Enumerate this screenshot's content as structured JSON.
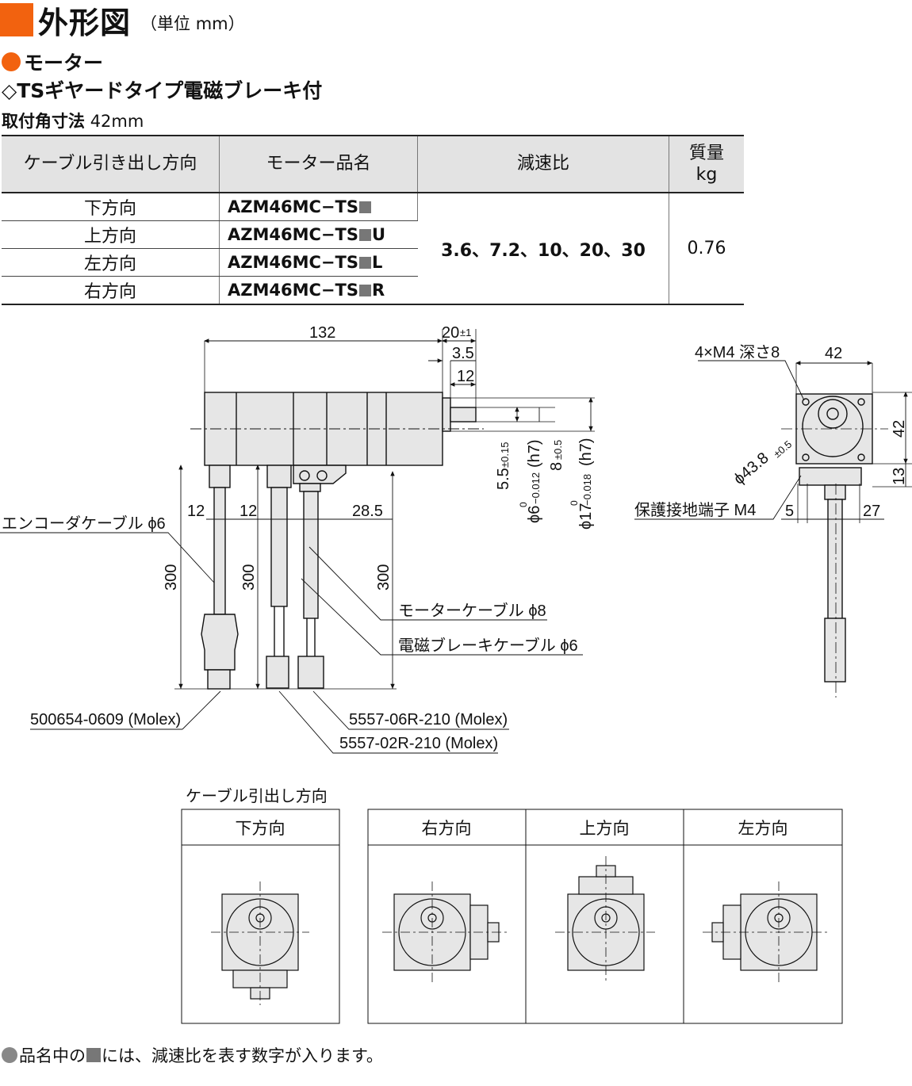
{
  "title": {
    "main": "外形図",
    "unit": "（単位 mm）"
  },
  "section": {
    "heading": "モーター",
    "subheading": "◇TSギヤードタイプ電磁ブレーキ付",
    "mount_label": "取付角寸法",
    "mount_value": "42mm"
  },
  "table": {
    "headers": [
      "ケーブル引き出し方向",
      "モーター品名",
      "減速比",
      "質量",
      "kg"
    ],
    "rows": [
      {
        "direction": "下方向",
        "model_prefix": "AZM46MC−TS",
        "model_suffix": ""
      },
      {
        "direction": "上方向",
        "model_prefix": "AZM46MC−TS",
        "model_suffix": "U"
      },
      {
        "direction": "左方向",
        "model_prefix": "AZM46MC−TS",
        "model_suffix": "L"
      },
      {
        "direction": "右方向",
        "model_prefix": "AZM46MC−TS",
        "model_suffix": "R"
      }
    ],
    "ratio": "3.6、7.2、10、20、30",
    "mass": "0.76"
  },
  "drawing": {
    "dim_132": "132",
    "dim_20": "20",
    "dim_20_tol": "±1",
    "dim_3_5": "3.5",
    "dim_12": "12",
    "dim_12a": "12",
    "dim_12b": "12",
    "dim_28_5": "28.5",
    "dim_300a": "300",
    "dim_300b": "300",
    "dim_300c": "300",
    "shaft_5_5": "5.5",
    "shaft_5_5_tol": "±0.15",
    "shaft_6": "ϕ6",
    "shaft_6_tol_a": "0",
    "shaft_6_tol_b": "−0.012",
    "shaft_6_fit": "(h7)",
    "shaft_8": "8",
    "shaft_8_tol": "±0.5",
    "shaft_17": "ϕ17",
    "shaft_17_tol_a": "0",
    "shaft_17_tol_b": "−0.018",
    "shaft_17_fit": "(h7)",
    "encoder_cable": "エンコーダケーブル ϕ6",
    "motor_cable": "モーターケーブル ϕ8",
    "brake_cable": "電磁ブレーキケーブル ϕ6",
    "conn_1": "500654-0609 (Molex)",
    "conn_2": "5557-06R-210 (Molex)",
    "conn_3": "5557-02R-210 (Molex)",
    "side_m4": "4×M4 深さ8",
    "side_42": "42",
    "side_42v": "42",
    "side_13": "13",
    "side_pcd": "ϕ43.8",
    "side_pcd_tol": "±0.5",
    "side_ground": "保護接地端子 M4",
    "side_5": "5",
    "side_27": "27"
  },
  "directions": {
    "caption": "ケーブル引出し方向",
    "items": [
      "下方向",
      "右方向",
      "上方向",
      "左方向"
    ]
  },
  "note": {
    "before": "品名中の",
    "after": "には、減速比を表す数字が入ります。"
  }
}
